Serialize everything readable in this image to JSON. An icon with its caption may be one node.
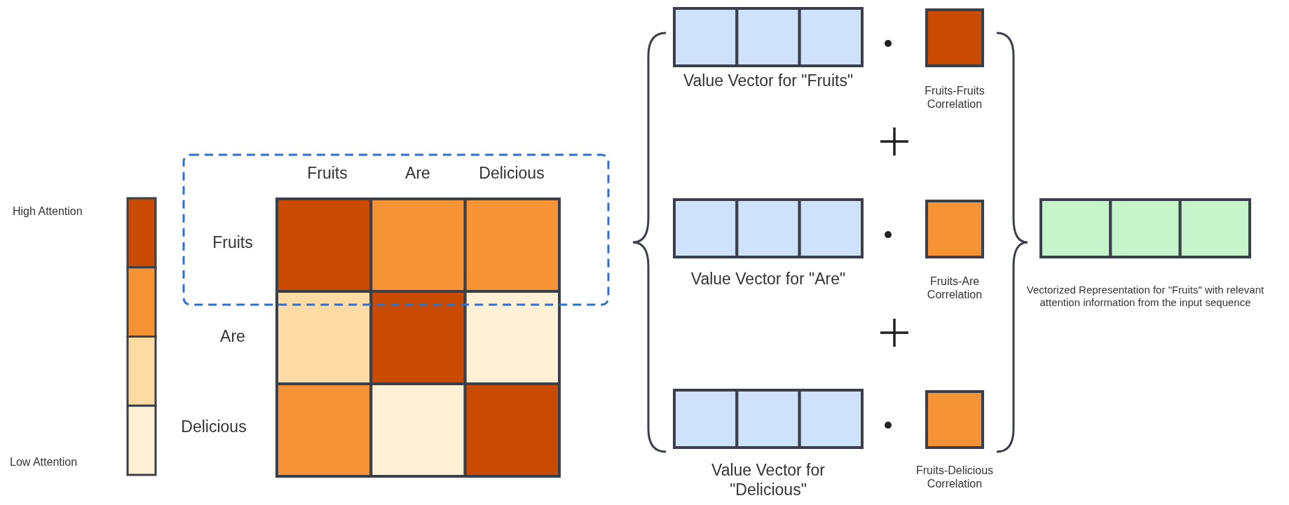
{
  "diagram": {
    "labels": [
      "Value Vector for \"Fruits\"",
      "Fruits-Fruits Correlation",
      "Fruits",
      "Are",
      "Delicious",
      "Fruits",
      "Value Vector for \"Are\"",
      "Fruits-Are Correlation",
      "Vectorized Representation for \"Fruits\" with relevant attention information from the input sequence",
      "Are",
      "Delicious",
      "Value Vector for \"Delicious\"",
      "Fruits-Delicious Correlation"
    ],
    "legend": [
      {
        "text": "High Attention",
        "color": "#c84b00"
      },
      {
        "text": "Low Attention",
        "color": "#fff0d6"
      }
    ]
  }
}
